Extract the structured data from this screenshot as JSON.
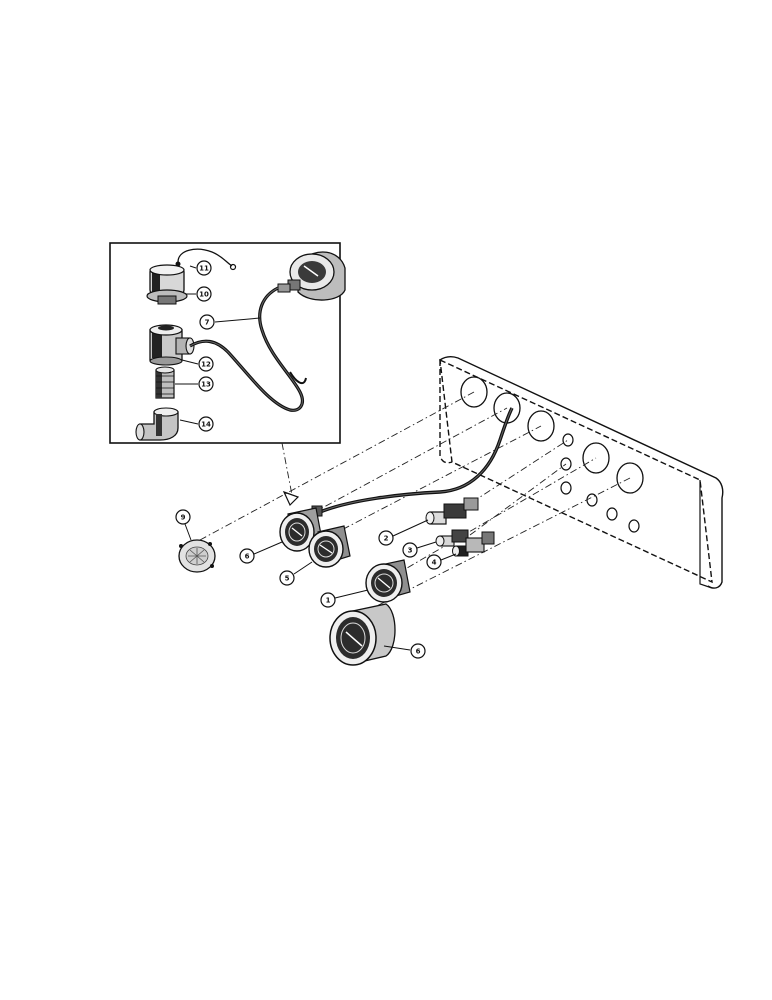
{
  "callouts": {
    "c1": "1",
    "c2": "2",
    "c3": "3",
    "c4": "4",
    "c5": "5",
    "c6a": "6",
    "c6b": "6",
    "c7": "7",
    "c9": "9",
    "c10": "10",
    "c11": "11",
    "c12": "12",
    "c13": "13",
    "c14": "14"
  }
}
